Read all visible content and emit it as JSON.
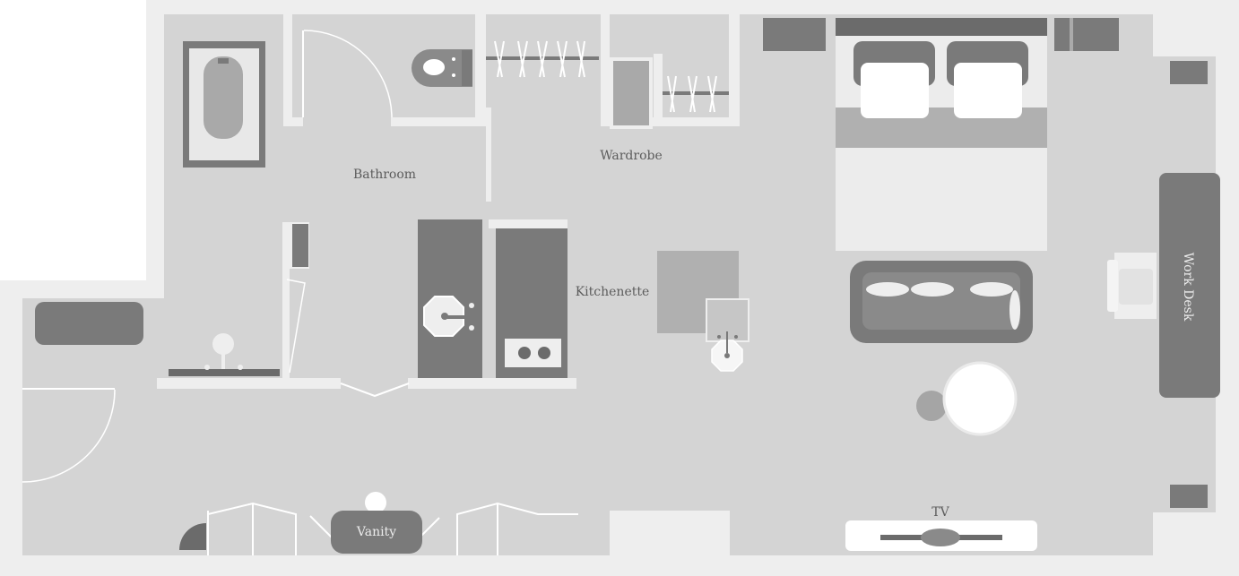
{
  "plan": {
    "labels": {
      "bathroom": "Bathroom",
      "wardrobe": "Wardrobe",
      "kitchenette": "Kitchenette",
      "work_desk": "Work Desk",
      "tv": "TV",
      "vanity": "Vanity"
    },
    "icons": [
      "bathtub-icon",
      "toilet-icon",
      "sink-icon",
      "cooktop-icon",
      "bed-icon",
      "pillow-icon",
      "sofa-icon",
      "armchair-icon",
      "chair-icon",
      "round-table-icon",
      "stool-icon",
      "door-swing-icon",
      "clothes-rail-icon"
    ]
  }
}
